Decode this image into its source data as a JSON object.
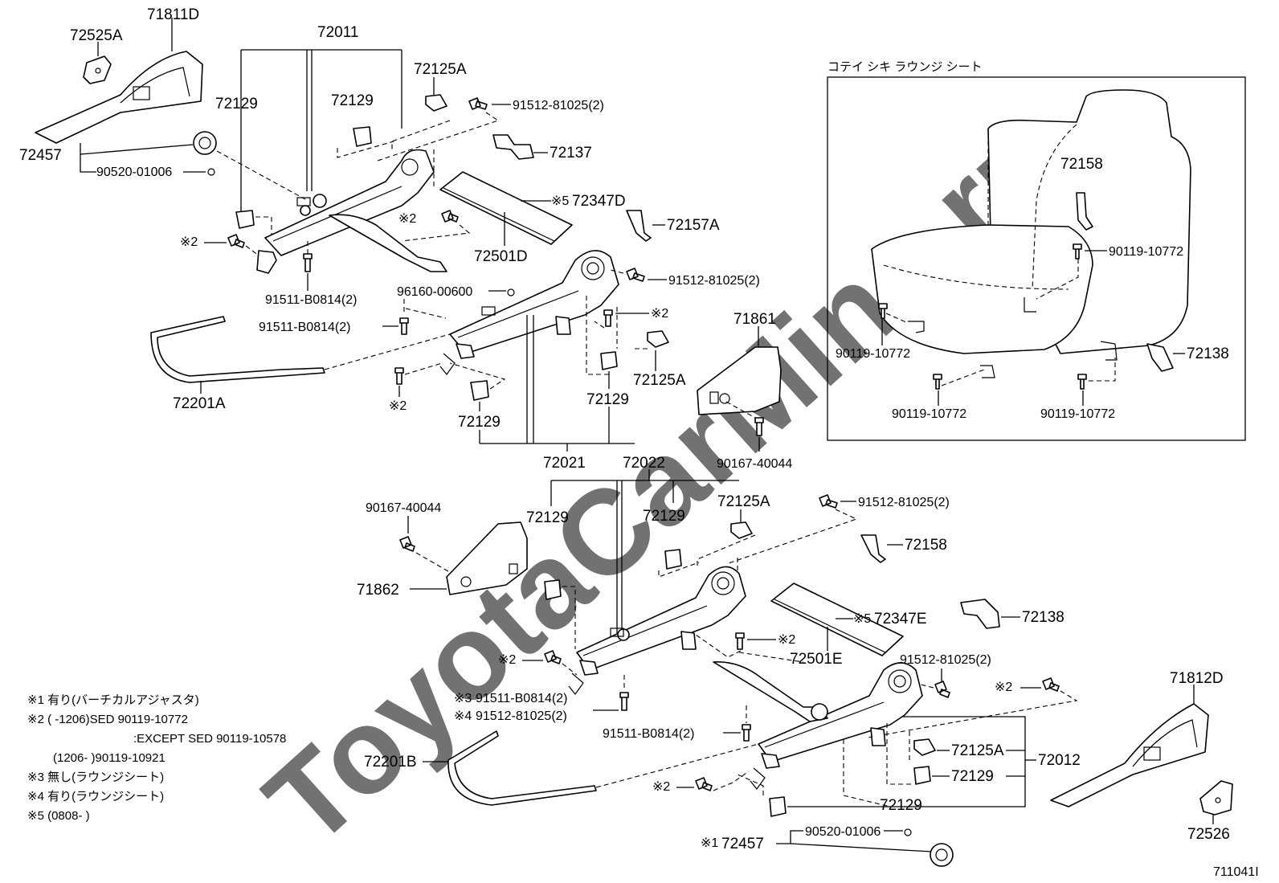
{
  "inset": {
    "title": "コテイ シキ ラウンジ シート"
  },
  "parts": {
    "p72525A": "72525A",
    "p71811D": "71811D",
    "p72011": "72011",
    "p72125A_top": "72125A",
    "p72129_a": "72129",
    "p72129_b": "72129",
    "p91512_a": "91512-81025(2)",
    "p72137": "72137",
    "p72457_top": "72457",
    "p90520_top": "90520-01006",
    "p72347D": "72347D",
    "p72157A": "72157A",
    "p72501D": "72501D",
    "p91512_b": "91512-81025(2)",
    "p91511_a": "91511-B0814(2)",
    "p96160": "96160-00600",
    "p91511_b": "91511-B0814(2)",
    "p71861": "71861",
    "p72201A": "72201A",
    "p72125A_mid": "72125A",
    "p72129_c": "72129",
    "p72129_d": "72129",
    "p72021": "72021",
    "p72022": "72022",
    "p90167_a": "90167-40044",
    "p72158_inset": "72158",
    "p90119_i1": "90119-10772",
    "p90119_i2": "90119-10772",
    "p90119_i3": "90119-10772",
    "p90119_i4": "90119-10772",
    "p72138_inset": "72138",
    "p90167_b": "90167-40044",
    "p72129_e": "72129",
    "p72129_f": "72129",
    "p72125A_low": "72125A",
    "p91512_c": "91512-81025(2)",
    "p72158": "72158",
    "p71862": "71862",
    "p72347E": "72347E",
    "p72138": "72138",
    "p72501E": "72501E",
    "p91512_d": "91512-81025(2)",
    "p91511_c": "91511-B0814(2)",
    "p91512_e": "91512-81025(2)",
    "p71812D": "71812D",
    "p91511_d": "91511-B0814(2)",
    "p72201B": "72201B",
    "p72125A_bot": "72125A",
    "p72012": "72012",
    "p72129_g": "72129",
    "p72129_h": "72129",
    "p72526": "72526",
    "p72457_bot": "72457",
    "p90520_bot": "90520-01006",
    "code": "711041I"
  },
  "marks": {
    "m2": "※2",
    "m1": "※1",
    "m3": "※3",
    "m4": "※4",
    "m5": "※5"
  },
  "notes": {
    "n1": "※1 有り(バーチカルアジャスタ)",
    "n2a": "※2 (        -1206)SED 90119-10772",
    "n2b": ":EXCEPT SED 90119-10578",
    "n2c": "(1206-         )90119-10921",
    "n3": "※3 無し(ラウンジシート)",
    "n4": "※4 有り(ラウンジシート)",
    "n5": "※5 (0808-         )"
  },
  "watermark": "ToyotaCarMine.ru"
}
